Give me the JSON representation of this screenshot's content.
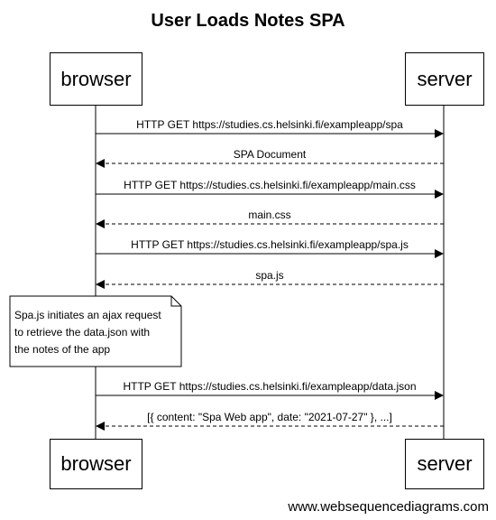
{
  "title": "User Loads Notes SPA",
  "participants": {
    "browser": "browser",
    "server": "server"
  },
  "messages": [
    {
      "from": "browser",
      "to": "server",
      "style": "solid",
      "label": "HTTP GET https://studies.cs.helsinki.fi/exampleapp/spa"
    },
    {
      "from": "server",
      "to": "browser",
      "style": "dashed",
      "label": "SPA Document"
    },
    {
      "from": "browser",
      "to": "server",
      "style": "solid",
      "label": "HTTP GET https://studies.cs.helsinki.fi/exampleapp/main.css"
    },
    {
      "from": "server",
      "to": "browser",
      "style": "dashed",
      "label": "main.css"
    },
    {
      "from": "browser",
      "to": "server",
      "style": "solid",
      "label": "HTTP GET https://studies.cs.helsinki.fi/exampleapp/spa.js"
    },
    {
      "from": "server",
      "to": "browser",
      "style": "dashed",
      "label": "spa.js"
    },
    {
      "from": "browser",
      "to": "server",
      "style": "solid",
      "label": "HTTP GET https://studies.cs.helsinki.fi/exampleapp/data.json"
    },
    {
      "from": "server",
      "to": "browser",
      "style": "dashed",
      "label": "[{ content: \"Spa Web app\", date: \"2021-07-27\" }, ...]"
    }
  ],
  "note": {
    "over": "browser",
    "text": "Spa.js initiates an ajax request\nto retrieve the data.json with\nthe notes of the app"
  },
  "watermark": "www.websequencediagrams.com"
}
